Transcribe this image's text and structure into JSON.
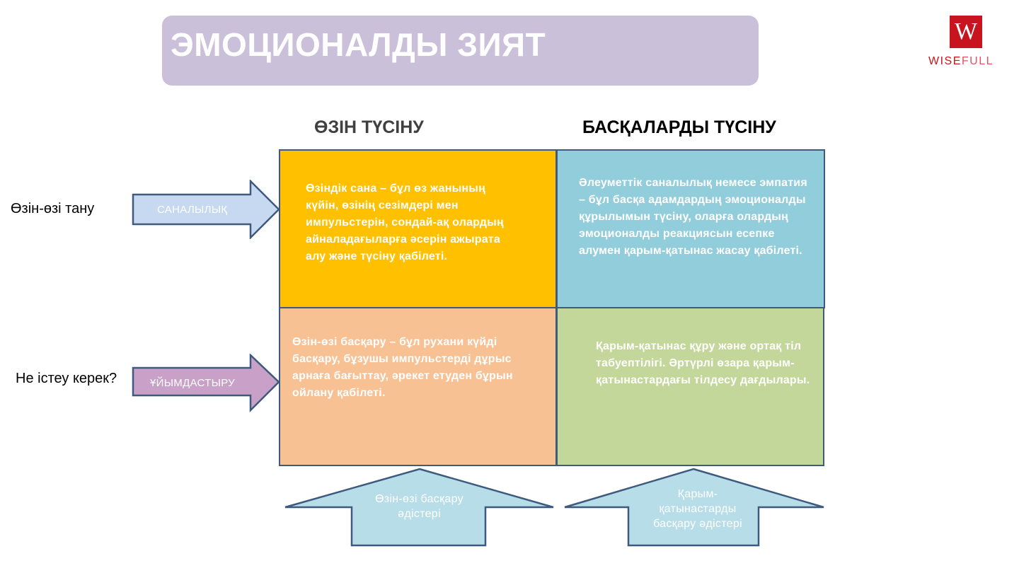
{
  "title": "ЭМОЦИОНАЛДЫ ЗИЯТ",
  "logo": {
    "part1": "WISE",
    "part2": "FULL",
    "mark": "W"
  },
  "columns": {
    "self": "ӨЗІН ТҮСІНУ",
    "others": "БАСҚАЛАРДЫ ТҮСІНУ"
  },
  "rows": [
    {
      "label": "Өзін-өзі тану",
      "arrow_label": "САНАЛЫЛЫҚ"
    },
    {
      "label": "Не істеу керек?",
      "arrow_label": "ҰЙЫМДАСТЫРУ"
    }
  ],
  "quadrants": {
    "top_left": "Өзіндік сана – бұл өз жанының күйін, өзінің сезімдері мен импульстерін, сондай-ақ олардың айналадағыларға әсерін ажырата алу және түсіну қабілеті.",
    "top_right": "Әлеуметтік саналылық немесе эмпатия – бұл басқа адамдардың эмоционалды құрылымын түсіну, оларға олардың эмоционалды реакциясын есепке алумен қарым-қатынас жасау қабілеті.",
    "bottom_left": "Өзін-өзі басқару – бұл рухани күйді басқару, бұзушы импульстерді дұрыс арнаға бағыттау, әрекет етуден бұрын ойлану қабілеті.",
    "bottom_right": "Қарым-қатынас құру және ортақ тіл табуептілігі. Әртүрлі өзара қарым-қатынастардағы тілдесу дағдылары."
  },
  "bottom_arrows": {
    "left": "Өзін-өзі басқару әдістері",
    "right": "Қарым-қатынастарды басқару әдістері"
  },
  "colors": {
    "title_bg": "#cbc0d9",
    "quad_top_left": "#ffc000",
    "quad_top_right": "#92cddc",
    "quad_bottom_left": "#f8c193",
    "quad_bottom_right": "#c4d79b",
    "arrow_awareness": "#c6d9f0",
    "arrow_regulation": "#c9a0c8",
    "arrow_up": "#b7dde8",
    "border": "#3e5a7e",
    "logo_red": "#c8141e"
  }
}
